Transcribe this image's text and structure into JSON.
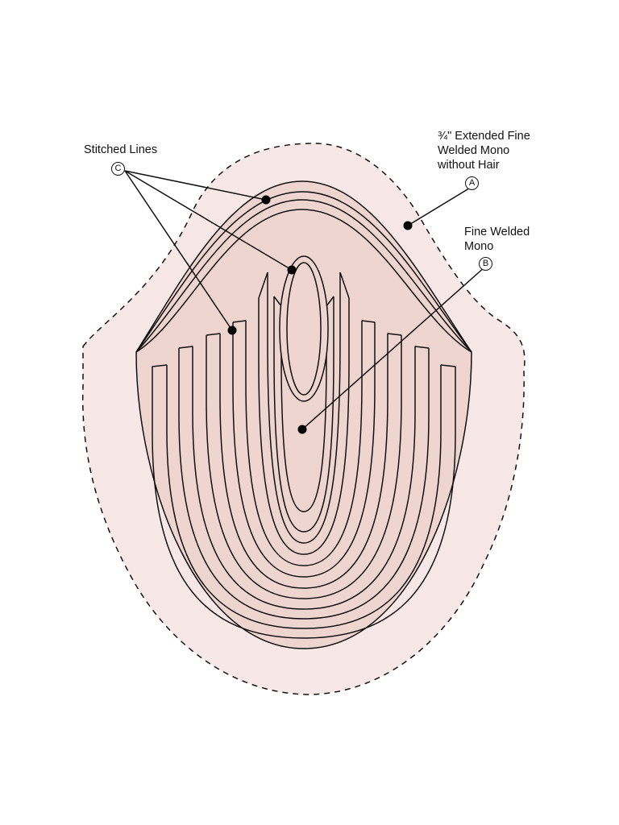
{
  "colors": {
    "outer_fill": "#f7e8e7",
    "inner_fill": "#efd5d0",
    "stroke": "#111111",
    "dashed_stroke": "#111111"
  },
  "labels": {
    "stitched": {
      "text": "Stitched Lines",
      "marker": "C"
    },
    "extended": {
      "lines": [
        "¾\" Extended Fine",
        "Welded Mono",
        "without  Hair"
      ],
      "marker": "A"
    },
    "fine": {
      "lines": [
        "Fine Welded",
        "Mono"
      ],
      "marker": "B"
    }
  }
}
